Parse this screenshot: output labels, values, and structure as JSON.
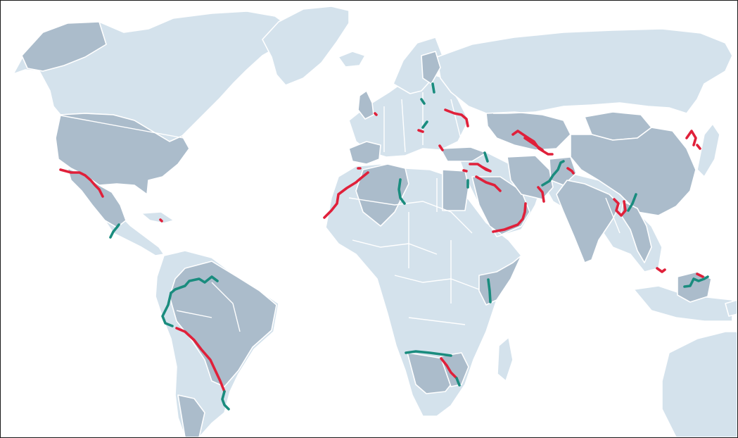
{
  "map": {
    "colors": {
      "background": "#ffffff",
      "land_light": "#d4e2ec",
      "land_dark": "#abbccb",
      "country_border": "#ffffff",
      "barrier_red": "#e0203a",
      "barrier_teal": "#1a8c7e",
      "frame_border": "#1a1a1a"
    },
    "highlighted_countries": [
      "united-states",
      "spain",
      "algeria",
      "egypt",
      "saudi-arabia",
      "iran",
      "afghanistan",
      "kazakhstan",
      "mongolia",
      "china",
      "india",
      "myanmar",
      "thailand",
      "brazil",
      "namibia",
      "botswana",
      "zimbabwe",
      "kenya",
      "somalia",
      "united-kingdom",
      "finland",
      "borneo"
    ],
    "barrier_line_types": [
      {
        "id": "red",
        "color": "#e0203a"
      },
      {
        "id": "teal",
        "color": "#1a8c7e"
      }
    ]
  }
}
